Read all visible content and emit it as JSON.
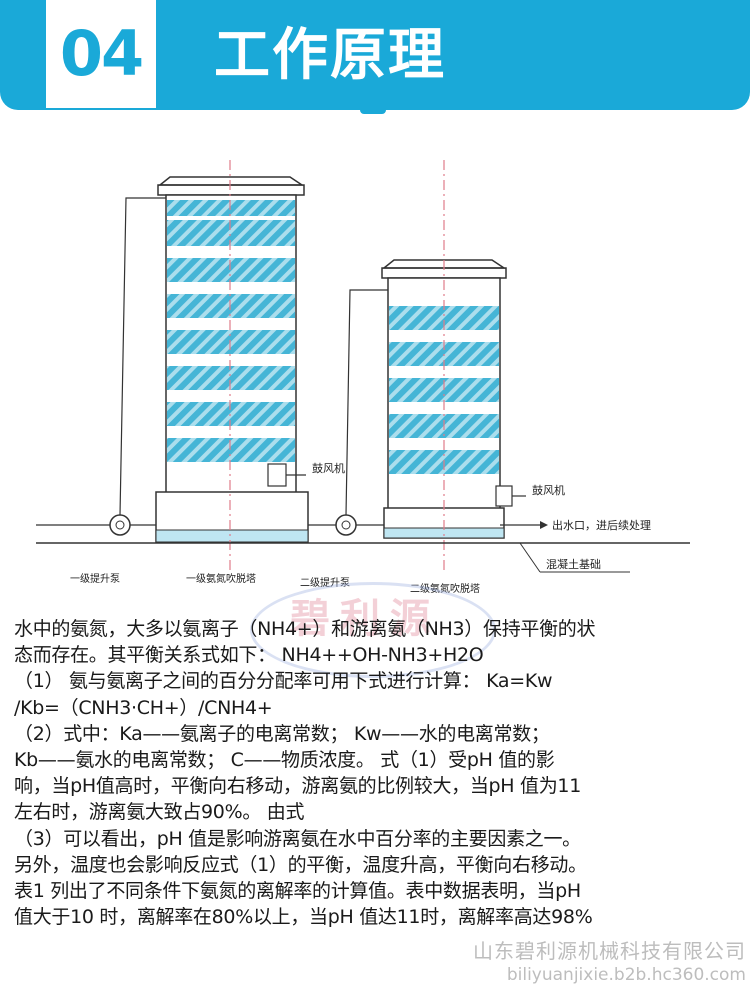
{
  "header": {
    "number": "04",
    "title": "工作原理"
  },
  "diagram": {
    "labels": {
      "fan1": "鼓风机",
      "fan2": "鼓风机",
      "outlet": "出水口，进后续处理",
      "foundation": "混凝土基础",
      "pump1": "一级提升泵",
      "tower1": "一级氨氮吹脱塔",
      "pump2": "二级提升泵",
      "tower2": "二级氨氮吹脱塔"
    },
    "colors": {
      "packing": "#45b5d6",
      "axis": "#e07b8a",
      "line": "#333333"
    }
  },
  "watermark": "碧利源",
  "body": {
    "lines": [
      "水中的氨氮，大多以氨离子（NH4+）和游离氨（NH3）保持平衡的状",
      "态而存在。其平衡关系式如下：  NH4++OH-NH3+H2O",
      "（1）  氨与氨离子之间的百分分配率可用下式进行计算：   Ka=Kw",
      "/Kb=（CNH3·CH+）/CNH4+",
      "（2）式中：Ka——氨离子的电离常数；    Kw——水的电离常数；",
      "  Kb——氨水的电离常数；    C——物质浓度。 式（1）受pH 值的影",
      "响，当pH值高时，平衡向右移动，游离氨的比例较大，当pH 值为11",
      "左右时，游离氨大致占90%。 由式",
      "（3）可以看出，pH 值是影响游离氨在水中百分率的主要因素之一。",
      "另外，温度也会影响反应式（1）的平衡，温度升高，平衡向右移动。",
      "表1 列出了不同条件下氨氮的离解率的计算值。表中数据表明，当pH",
      "值大于10 时，离解率在80%以上，当pH 值达11时，离解率高达98%"
    ]
  },
  "footer": {
    "company": "山东碧利源机械科技有限公司",
    "url": "biliyuanjixie.b2b.hc360.com"
  }
}
